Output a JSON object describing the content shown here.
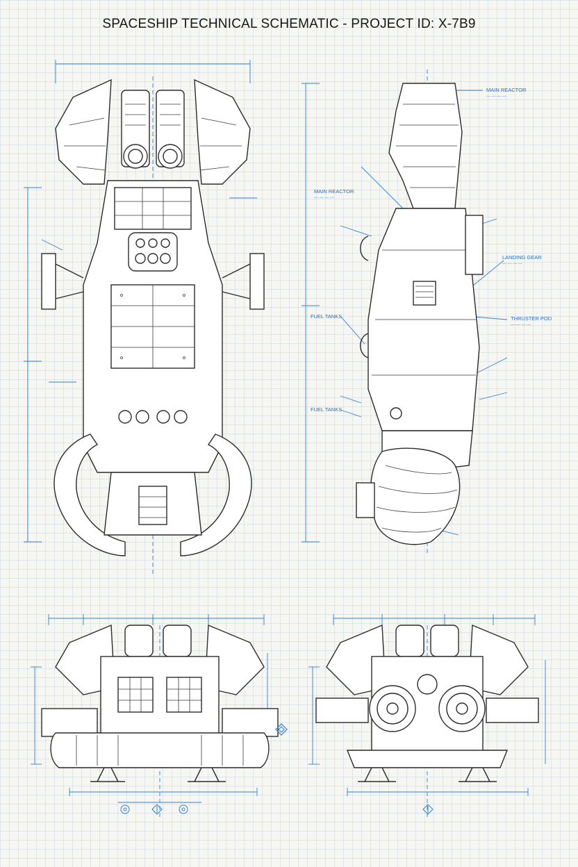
{
  "title": "SPACESHIP TECHNICAL SCHEMATIC - PROJECT ID: X-7B9",
  "accent_color": "#2e7fd8",
  "ink_color": "#2b2b2b",
  "side_labels": [
    {
      "key": "main_reactor_top",
      "text": "MAIN REACTOR"
    },
    {
      "key": "main_reactor",
      "text": "MAIN REACTOR"
    },
    {
      "key": "fuel_tanks",
      "text": "FUEL TANKS"
    },
    {
      "key": "fuel_tanks_lower",
      "text": "FUEL TANKS"
    },
    {
      "key": "landing_gear",
      "text": "LANDING GEAR"
    },
    {
      "key": "thruster_pod",
      "text": "THRUSTER POD"
    }
  ],
  "icons": [
    "compass-icon",
    "crosshair-icon",
    "diamond-marker-icon"
  ]
}
